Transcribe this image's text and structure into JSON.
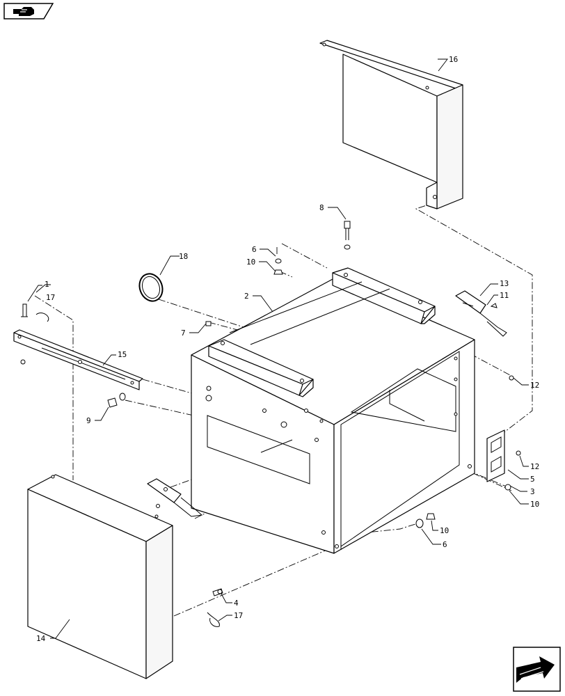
{
  "navigation": {
    "previous_icon": "hand-pointing-icon",
    "next_icon": "next-page-arrow-icon"
  },
  "callouts": [
    {
      "id": "c1",
      "label": "1"
    },
    {
      "id": "c2",
      "label": "2"
    },
    {
      "id": "c3",
      "label": "3"
    },
    {
      "id": "c4",
      "label": "4"
    },
    {
      "id": "c5",
      "label": "5"
    },
    {
      "id": "c6a",
      "label": "6"
    },
    {
      "id": "c6b",
      "label": "6"
    },
    {
      "id": "c7",
      "label": "7"
    },
    {
      "id": "c8",
      "label": "8"
    },
    {
      "id": "c9",
      "label": "9"
    },
    {
      "id": "c10a",
      "label": "10"
    },
    {
      "id": "c10b",
      "label": "10"
    },
    {
      "id": "c10c",
      "label": "10"
    },
    {
      "id": "c11",
      "label": "11"
    },
    {
      "id": "c12a",
      "label": "12"
    },
    {
      "id": "c12b",
      "label": "12"
    },
    {
      "id": "c13",
      "label": "13"
    },
    {
      "id": "c14",
      "label": "14"
    },
    {
      "id": "c15",
      "label": "15"
    },
    {
      "id": "c16",
      "label": "16"
    },
    {
      "id": "c17a",
      "label": "17"
    },
    {
      "id": "c17b",
      "label": "17"
    },
    {
      "id": "c18",
      "label": "18"
    }
  ]
}
